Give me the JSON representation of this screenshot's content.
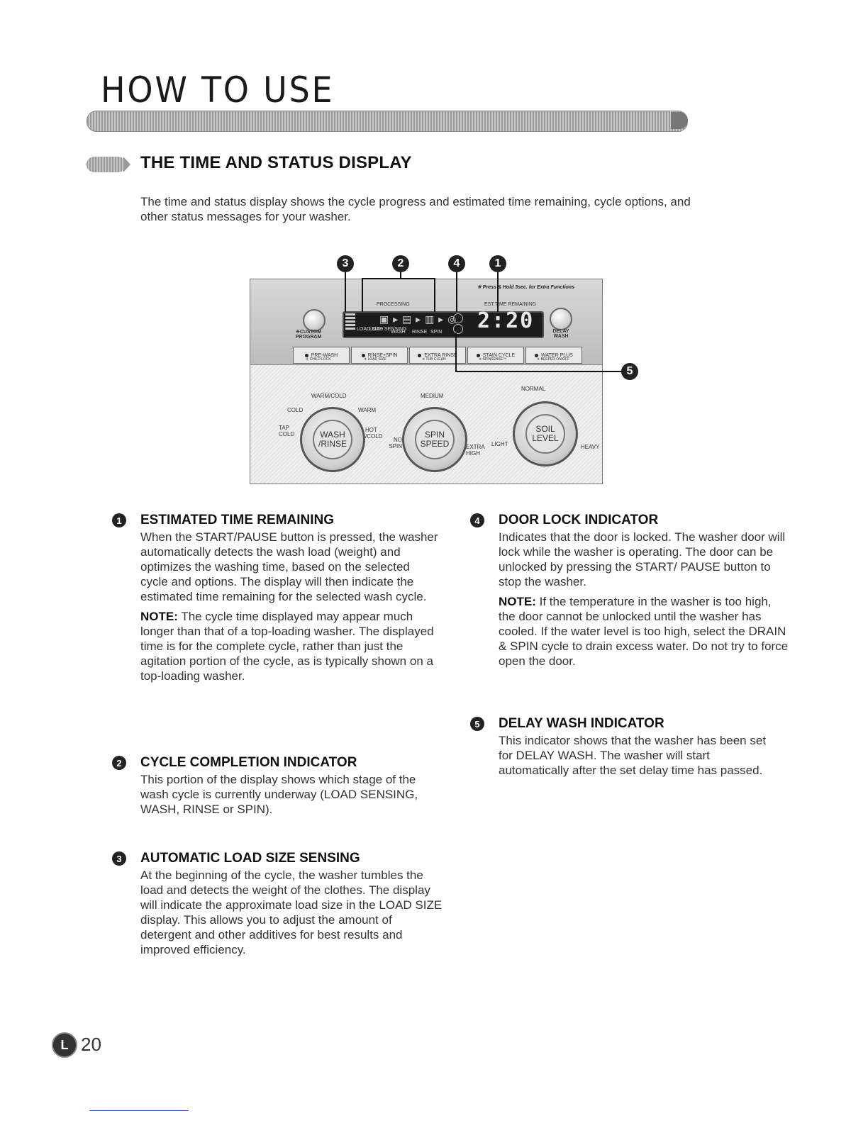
{
  "header": {
    "chapter_title": "HOW TO USE"
  },
  "section": {
    "title": "THE TIME AND STATUS DISPLAY",
    "intro": "The time and status display shows the cycle progress and estimated time remaining, cycle options, and other status messages for your washer."
  },
  "illustration": {
    "callouts": [
      "3",
      "2",
      "4",
      "1",
      "5"
    ],
    "hint": "✳ Press & Hold 3sec. for Extra Functions",
    "processing": "PROCESSING",
    "est_time": "EST.TIME REMAINING",
    "custom_program": "✳CUSTOM PROGRAM",
    "delay_wash": "DELAY WASH",
    "load_size": "LOAD SIZE",
    "load_sensing": "LOAD SENSING",
    "stage_wash": "WASH",
    "stage_rinse": "RINSE",
    "stage_spin": "SPIN",
    "time": "2:20",
    "buttons": [
      {
        "label": "PRE-WASH",
        "sub": "✳ CHILD LOCK"
      },
      {
        "label": "RINSE+SPIN",
        "sub": "✳ LOAD SIZE"
      },
      {
        "label": "EXTRA RINSE",
        "sub": "✳ TUB CLEAN"
      },
      {
        "label": "STAIN CYCLE",
        "sub": "✳ SPINSENSE™"
      },
      {
        "label": "WATER PLUS",
        "sub": "✳ BEEPER ON/OFF"
      }
    ],
    "dials": {
      "wash_rinse": {
        "label_line1": "WASH",
        "label_line2": "/RINSE",
        "warm_cold": "WARM/COLD",
        "cold": "COLD",
        "warm": "WARM",
        "tap_cold": "TAP COLD",
        "hot_cold": "HOT /COLD"
      },
      "spin_speed": {
        "label_line1": "SPIN",
        "label_line2": "SPEED",
        "medium": "MEDIUM",
        "no_spin": "NO SPIN",
        "extra_high": "EXTRA HIGH"
      },
      "soil_level": {
        "label_line1": "SOIL",
        "label_line2": "LEVEL",
        "normal": "NORMAL",
        "light": "LIGHT",
        "heavy": "HEAVY"
      }
    }
  },
  "items": [
    {
      "number": "1",
      "title": "ESTIMATED TIME REMAINING",
      "text": "When the START/PAUSE button is pressed, the washer automatically detects the wash load (weight) and optimizes the washing time, based on the selected cycle and options. The display will then indicate the estimated time remaining for the selected wash cycle.",
      "note_label": "NOTE:",
      "note": "The cycle time displayed may appear much longer than that of a top-loading washer. The displayed time is for the complete cycle, rather than just the agitation portion of the cycle, as is typically shown on a top-loading washer."
    },
    {
      "number": "2",
      "title": "CYCLE COMPLETION INDICATOR",
      "text": "This portion of the display shows which stage of the wash cycle is currently underway (LOAD SENSING, WASH, RINSE or SPIN)."
    },
    {
      "number": "3",
      "title": "AUTOMATIC LOAD SIZE SENSING",
      "text": "At the beginning of the cycle, the washer tumbles the load and detects the weight of the clothes. The display will indicate the approximate load size in the LOAD SIZE display. This allows you to adjust the amount of detergent and other additives for best results and improved efficiency."
    },
    {
      "number": "4",
      "title": "DOOR LOCK INDICATOR",
      "text": "Indicates that the door is locked. The washer door will lock while the washer is operating. The door can be unlocked by pressing the START/ PAUSE button to stop the washer.",
      "note_label": "NOTE:",
      "note": "If the temperature in the washer is too high, the door cannot be unlocked until the washer has cooled. If the water level is too high, select the DRAIN & SPIN cycle to drain excess water. Do not try to force open the door."
    },
    {
      "number": "5",
      "title": "DELAY WASH INDICATOR",
      "text": "This indicator shows that the washer has been set for DELAY WASH. The washer will start automatically after the set delay time has passed."
    }
  ],
  "footer": {
    "logo": "L",
    "page_number": "20"
  }
}
